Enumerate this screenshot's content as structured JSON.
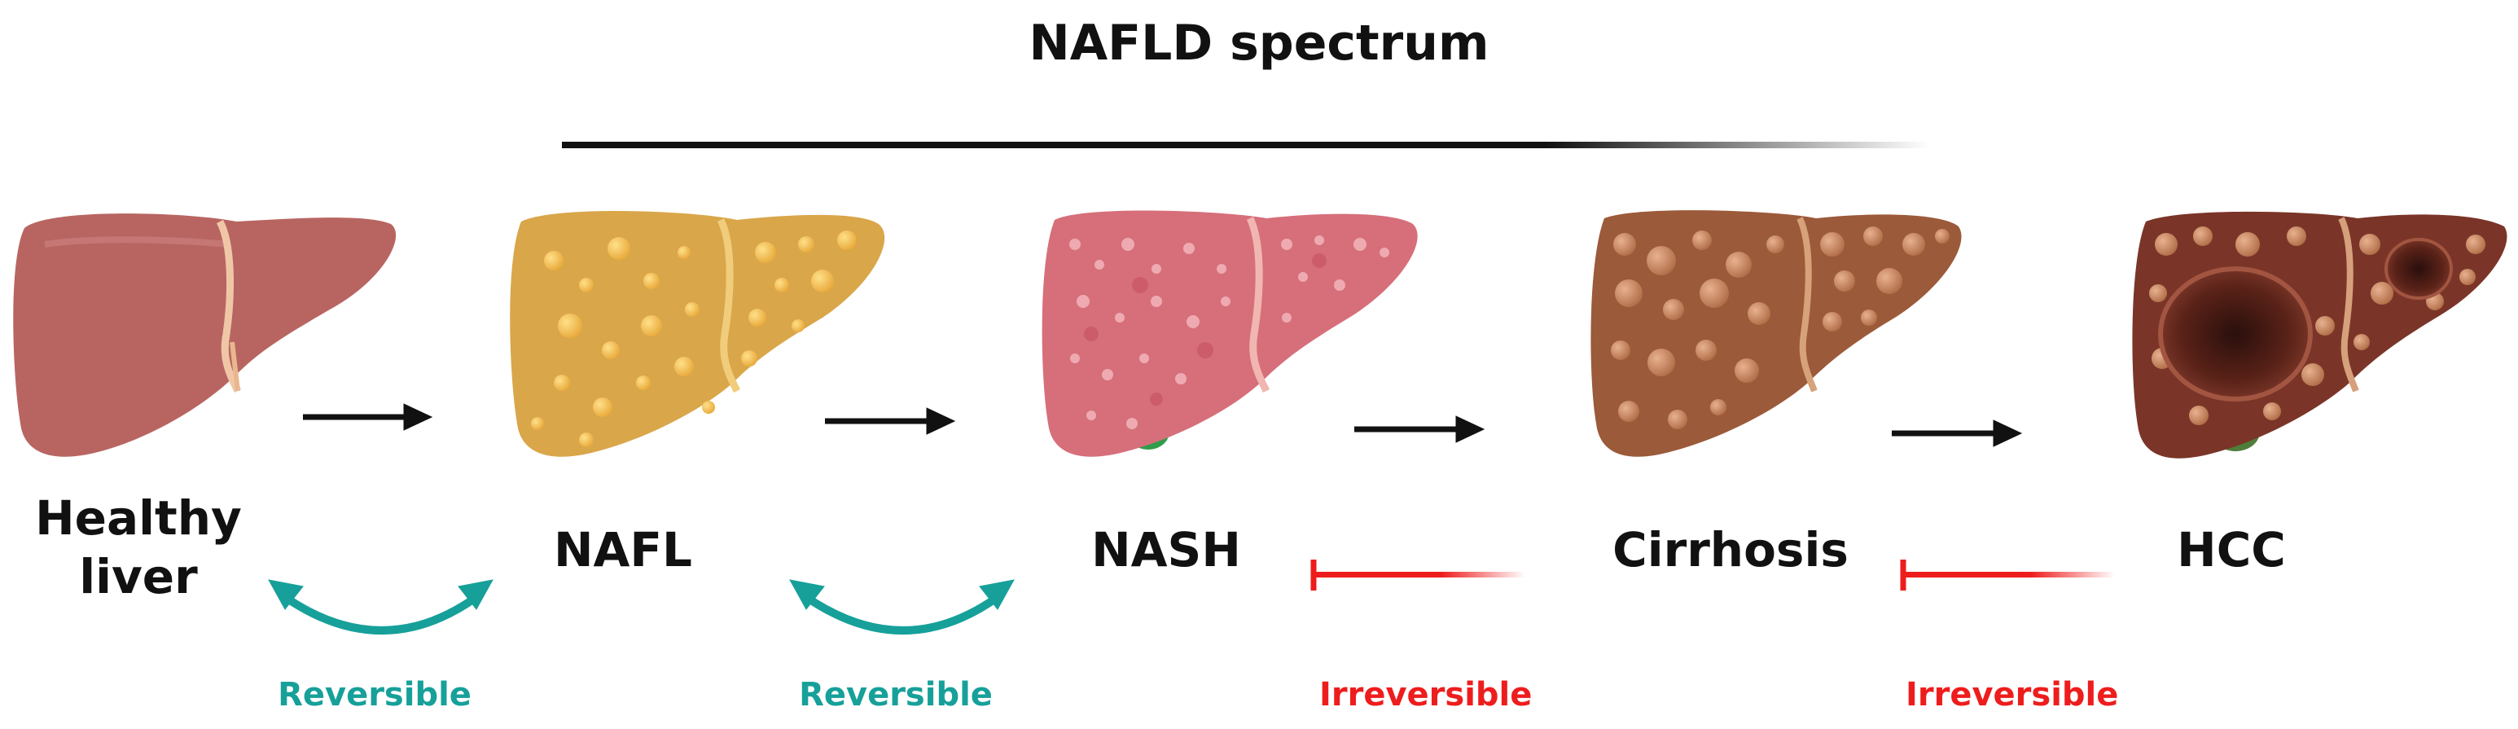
{
  "title": "NAFLD spectrum",
  "stages": [
    {
      "label": "Healthy liver"
    },
    {
      "label": "NAFL"
    },
    {
      "label": "NASH"
    },
    {
      "label": "Cirrhosis"
    },
    {
      "label": "HCC"
    }
  ],
  "transitions": [
    {
      "label": "Reversible",
      "type": "reversible"
    },
    {
      "label": "Reversible",
      "type": "reversible"
    },
    {
      "label": "Irreversible",
      "type": "irreversible"
    },
    {
      "label": "Irreversible",
      "type": "irreversible"
    }
  ],
  "colors": {
    "reversible": "#17a09a",
    "irreversible": "#ee1d1d",
    "healthy_liver": "#b86562",
    "nafl_liver": "#d9a64a",
    "nash_liver": "#d66f7a",
    "cirrhosis_liver": "#9b5a39",
    "hcc_liver": "#7a3528",
    "gallbladder": "#2f9d4b"
  }
}
